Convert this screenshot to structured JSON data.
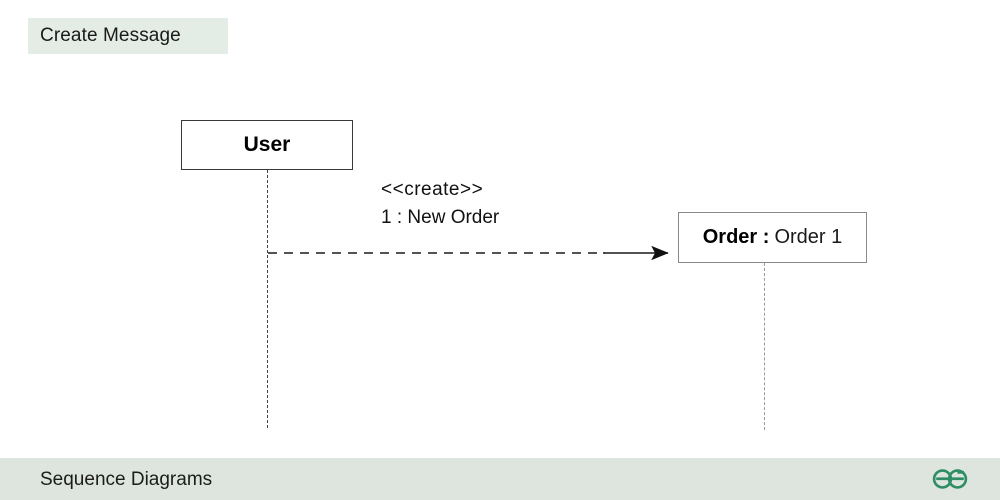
{
  "title": {
    "text": "Create Message",
    "band_color": "#e4ece6"
  },
  "diagram": {
    "type": "uml-sequence-diagram",
    "participants": [
      {
        "id": "user",
        "label": "User",
        "kind": "actor-lifeline",
        "border_color": "#3a3a3a"
      },
      {
        "id": "order",
        "object_name": "Order :",
        "class_name": "Order 1",
        "kind": "created-object",
        "border_color": "#8a8a8a"
      }
    ],
    "messages": [
      {
        "from": "user",
        "to": "order",
        "stereotype": "<<create>>",
        "label": "1 : New Order",
        "line_style": "dashed",
        "arrow_head": "filled"
      }
    ]
  },
  "footer": {
    "text": "Sequence Diagrams",
    "band_color": "#dde5de",
    "logo": {
      "name": "geeksforgeeks-logo",
      "color": "#2f8d63"
    }
  }
}
